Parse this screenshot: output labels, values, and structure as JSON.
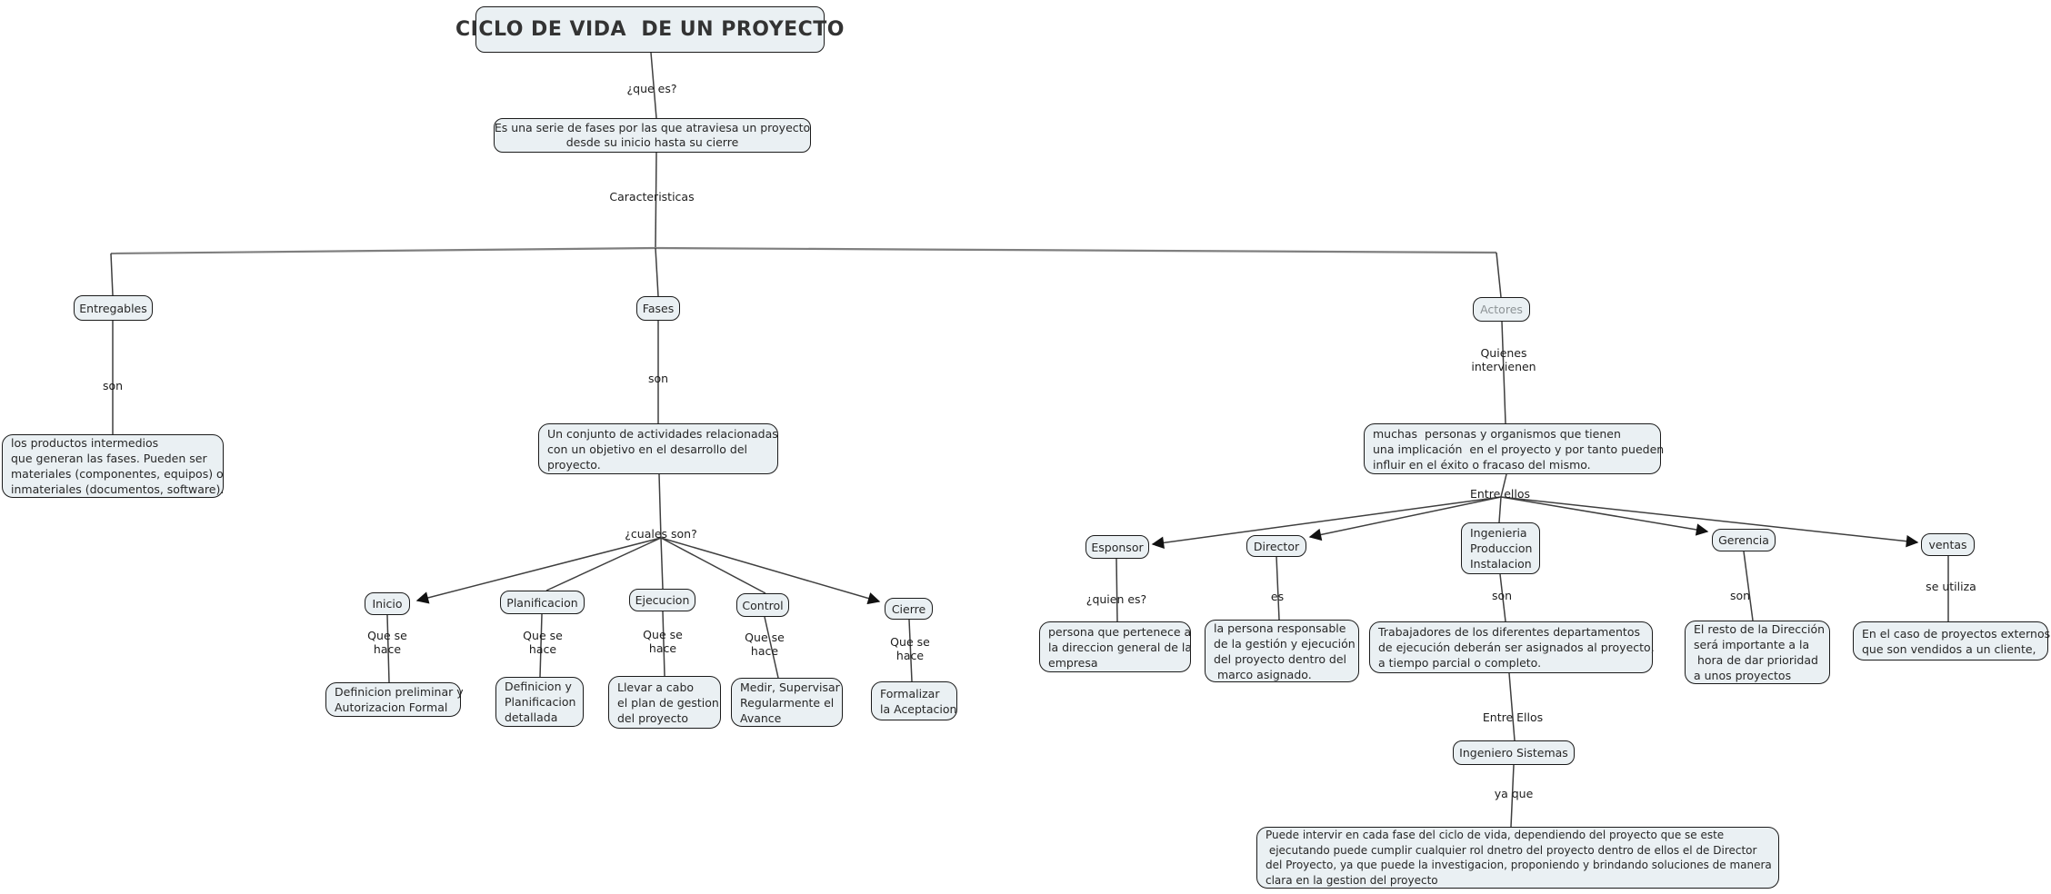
{
  "diagram_type": "concept-map",
  "colors": {
    "node_fill": "#eaf0f3",
    "node_border": "#1b1b1b",
    "line": "#3f3f3f",
    "branch_line": "#7f7f7f",
    "actores_text": "#8d9396"
  },
  "nodes": {
    "title": "CICLO DE VIDA  DE UN PROYECTO",
    "definition": "Es una serie de fases por las que atraviesa un proyecto\ndesde su inicio hasta su cierre",
    "entregables": "Entregables",
    "entregables_def": "los productos intermedios\nque generan las fases. Pueden ser\nmateriales (componentes, equipos) o\ninmateriales (documentos, software).",
    "fases": "Fases",
    "fases_def": "Un conjunto de actividades relacionadas\ncon un objetivo en el desarrollo del\nproyecto.",
    "inicio": "Inicio",
    "planificacion": "Planificacion",
    "ejecucion": "Ejecucion",
    "control": "Control",
    "cierre": "Cierre",
    "inicio_def": "Definicion preliminar y\nAutorizacion Formal",
    "planificacion_def": "Definicion y\nPlanificacion\ndetallada",
    "ejecucion_def": "Llevar a cabo\nel plan de gestion\ndel proyecto",
    "control_def": "Medir, Supervisar\nRegularmente el\nAvance",
    "cierre_def": "Formalizar\nla Aceptacion",
    "actores": "Actores",
    "actores_def": "muchas  personas y organismos que tienen\nuna implicación  en el proyecto y por tanto pueden\ninfluir en el éxito o fracaso del mismo.",
    "esponsor": "Esponsor",
    "director": "Director",
    "ingenieria": "Ingenieria\nProduccion\nInstalacion",
    "gerencia": "Gerencia",
    "ventas": "ventas",
    "esponsor_def": "persona que pertenece a\nla direccion general de la\nempresa",
    "director_def": "la persona responsable\nde la gestión y ejecución\ndel proyecto dentro del\n marco asignado.",
    "ingenieria_def": "Trabajadores de los diferentes departamentos\nde ejecución deberán ser asignados al proyecto,\na tiempo parcial o completo.",
    "gerencia_def": "El resto de la Dirección\nserá importante a la\n hora de dar prioridad\na unos proyectos",
    "ventas_def": "En el caso de proyectos externos\nque son vendidos a un cliente,",
    "ingeniero_sistemas": "Ingeniero Sistemas",
    "ingeniero_sistemas_def": "Puede intervir en cada fase del ciclo de vida, dependiendo del proyecto que se este\n ejecutando puede cumplir cualquier rol dnetro del proyecto dentro de ellos el de Director\ndel Proyecto, ya que puede la investigacion, proponiendo y brindando soluciones de manera\nclara en la gestion del proyecto"
  },
  "links": {
    "que_es": "¿que es?",
    "caracteristicas": "Caracteristicas",
    "son": "son",
    "cuales_son": "¿cuales son?",
    "que_se_hace": "Que se\nhace",
    "quienes_intervienen": "Quienes\nintervienen",
    "entre_ellos": "Entre ellos",
    "quien_es": "¿quien es?",
    "es": "es",
    "se_utiliza": "se utiliza",
    "entre_ellos_2": "Entre Ellos",
    "ya_que": "ya que"
  }
}
